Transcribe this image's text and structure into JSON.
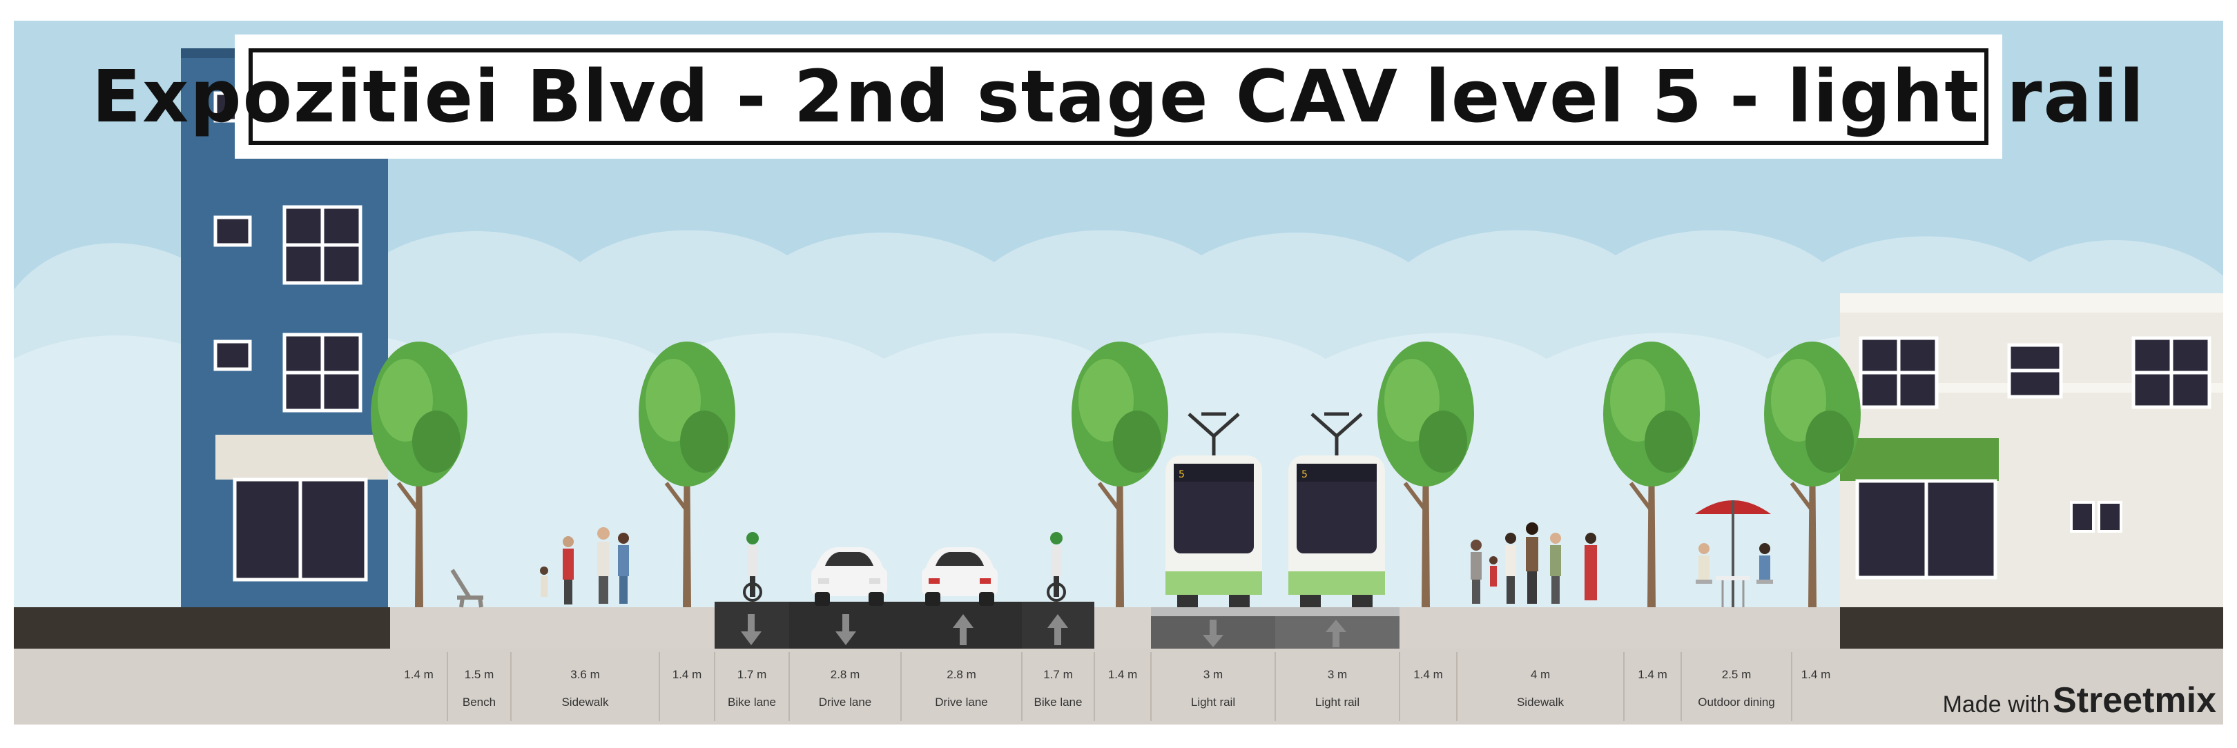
{
  "title": "Expozitiei Blvd - 2nd stage CAV level 5 - light rail",
  "credit": {
    "prefix": "Made with",
    "brand": "Streetmix"
  },
  "colors": {
    "sky": "#b4d7e6",
    "sidewalk": "#d7d2cc",
    "road": "#2e2e2e",
    "curb": "#3b3530",
    "tree_green": "#5aa846",
    "trunk": "#8a6a4f",
    "building_blue": "#3d6b94",
    "building_white": "#eceae3",
    "awning_green": "#5b9d3f",
    "train_green": "#9bd07a",
    "umbrella_red": "#c02b2b"
  },
  "segments": [
    {
      "width": "1.4 m",
      "name": ""
    },
    {
      "width": "1.5 m",
      "name": "Bench"
    },
    {
      "width": "3.6 m",
      "name": "Sidewalk"
    },
    {
      "width": "1.4 m",
      "name": ""
    },
    {
      "width": "1.7 m",
      "name": "Bike lane"
    },
    {
      "width": "2.8 m",
      "name": "Drive lane"
    },
    {
      "width": "2.8 m",
      "name": "Drive lane"
    },
    {
      "width": "1.7 m",
      "name": "Bike lane"
    },
    {
      "width": "1.4 m",
      "name": ""
    },
    {
      "width": "3 m",
      "name": "Light rail"
    },
    {
      "width": "3 m",
      "name": "Light rail"
    },
    {
      "width": "1.4 m",
      "name": ""
    },
    {
      "width": "4 m",
      "name": "Sidewalk"
    },
    {
      "width": "1.4 m",
      "name": ""
    },
    {
      "width": "2.5 m",
      "name": "Outdoor dining"
    },
    {
      "width": "1.4 m",
      "name": ""
    }
  ]
}
